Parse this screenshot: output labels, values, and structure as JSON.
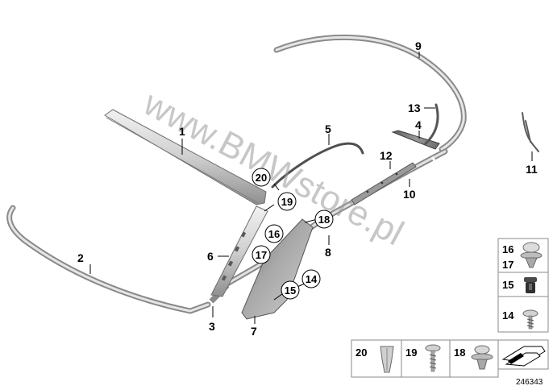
{
  "watermark": "www.BMWstore.pl",
  "reference_number": "246343",
  "colors": {
    "trim_light": "#d6d6d6",
    "trim_edge": "#8c8c8c",
    "trim_dark": "#6e6e6e",
    "line": "#000000"
  },
  "labels": {
    "p1": "1",
    "p2": "2",
    "p3": "3",
    "p4": "4",
    "p5": "5",
    "p6": "6",
    "p7": "7",
    "p8": "8",
    "p9": "9",
    "p10": "10",
    "p11": "11",
    "p12": "12",
    "p13": "13"
  },
  "circled": {
    "c20": "20",
    "c19": "19",
    "c16": "16",
    "c17": "17",
    "c18": "18",
    "c15": "15",
    "c14": "14"
  },
  "legend": {
    "side_16": "16",
    "side_17": "17",
    "side_15": "15",
    "side_14": "14",
    "bottom_20": "20",
    "bottom_19": "19",
    "bottom_18": "18"
  },
  "icons": [
    "clip-icon",
    "plug-icon",
    "screw-icon",
    "arrow-icon"
  ]
}
